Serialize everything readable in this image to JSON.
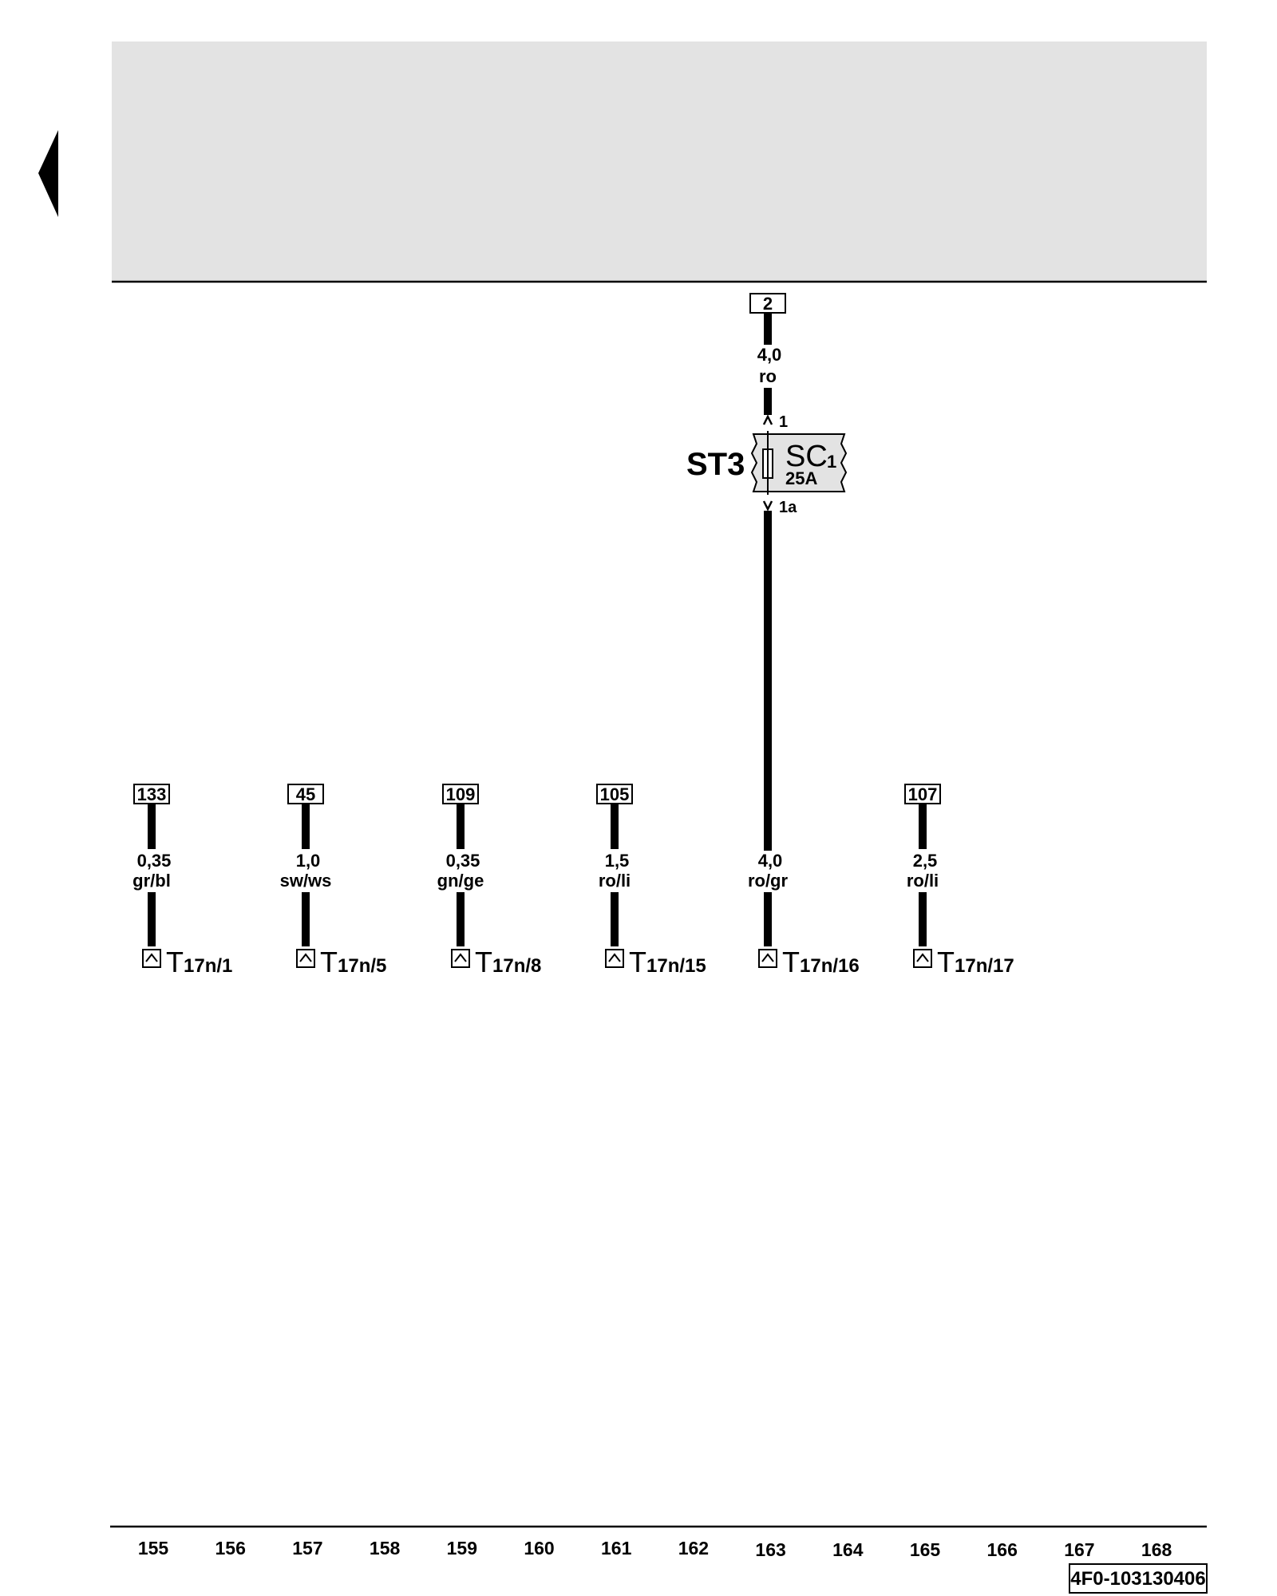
{
  "header": {
    "band_color": "#e3e3e3"
  },
  "nav": {
    "icon": "back-arrow-icon"
  },
  "top_terminal": {
    "number": "2",
    "gauge": "4,0",
    "color": "ro"
  },
  "fuse": {
    "holder": "ST3",
    "name": "SC",
    "index": "1",
    "rating": "25A",
    "pin_top": "1",
    "pin_bottom": "1a",
    "fill": "#e3e3e3"
  },
  "wires": [
    {
      "box": "133",
      "gauge": "0,35",
      "color": "gr/bl",
      "connector": "T",
      "pin": "17n/1"
    },
    {
      "box": "45",
      "gauge": "1,0",
      "color": "sw/ws",
      "connector": "T",
      "pin": "17n/5"
    },
    {
      "box": "109",
      "gauge": "0,35",
      "color": "gn/ge",
      "connector": "T",
      "pin": "17n/8"
    },
    {
      "box": "105",
      "gauge": "1,5",
      "color": "ro/li",
      "connector": "T",
      "pin": "17n/15"
    },
    {
      "box": "",
      "gauge": "4,0",
      "color": "ro/gr",
      "connector": "T",
      "pin": "17n/16"
    },
    {
      "box": "107",
      "gauge": "2,5",
      "color": "ro/li",
      "connector": "T",
      "pin": "17n/17"
    }
  ],
  "columns": [
    "155",
    "156",
    "157",
    "158",
    "159",
    "160",
    "161",
    "162",
    "163",
    "164",
    "165",
    "166",
    "167",
    "168"
  ],
  "reference": "4F0-103130406"
}
